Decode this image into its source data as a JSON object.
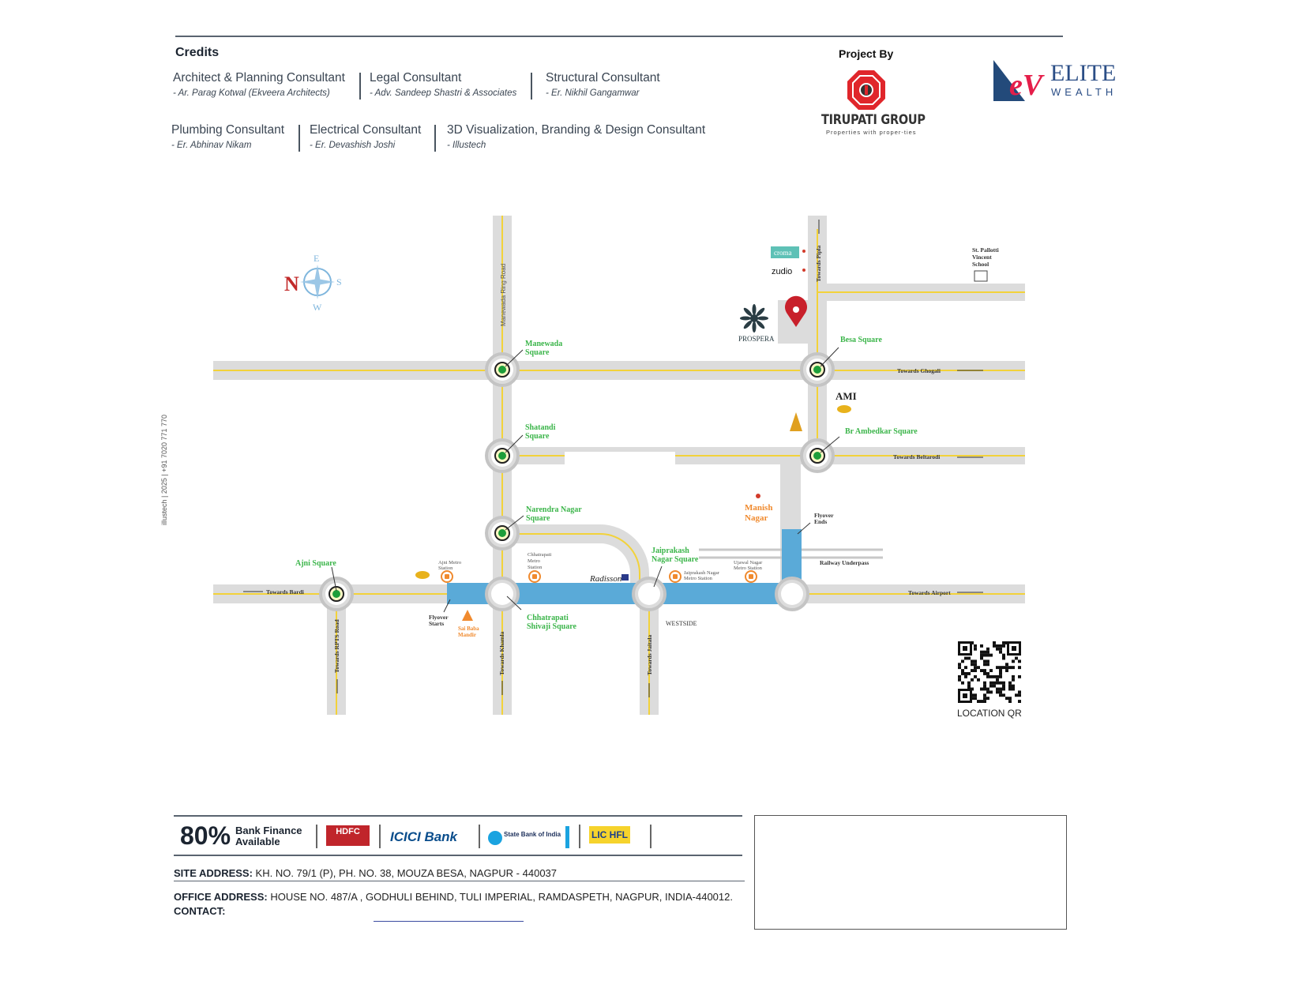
{
  "credits": {
    "title": "Credits",
    "items": [
      {
        "role": "Architect & Planning Consultant",
        "name": "- Ar. Parag Kotwal (Ekveera Architects)"
      },
      {
        "role": "Legal Consultant",
        "name": "- Adv. Sandeep Shastri & Associates"
      },
      {
        "role": "Structural Consultant",
        "name": "- Er. Nikhil Gangamwar"
      },
      {
        "role": "Plumbing Consultant",
        "name": "- Er. Abhinav Nikam"
      },
      {
        "role": "Electrical Consultant",
        "name": "- Er. Devashish Joshi"
      },
      {
        "role": "3D Visualization, Branding & Design Consultant",
        "name": "- Illustech"
      }
    ]
  },
  "project_by": {
    "label": "Project By",
    "developer": "TIRUPATI GROUP",
    "tagline": "Properties with proper-ties",
    "partner": "ELITE",
    "partner_sub": "WEALTH",
    "partner_mark": "eV"
  },
  "watermark": "illustech | 2025 | +91 7020 771 770",
  "compass": {
    "n": "N",
    "e": "E",
    "s": "S",
    "w": "W"
  },
  "map": {
    "squares": {
      "manewada": [
        "Manewada",
        "Square"
      ],
      "shatandi": [
        "Shatandi",
        "Square"
      ],
      "narendra": [
        "Narendra Nagar",
        "Square"
      ],
      "ajni": "Ajni Square",
      "chhatrapati": [
        "Chhatrapati",
        "Shivaji Square"
      ],
      "jaiprakash": [
        "Jaiprakash",
        "Nagar Square"
      ],
      "besa": "Besa Square",
      "ambedkar": "Br Ambedkar Square"
    },
    "roads": {
      "manewada_ring": "Manewada Ring Road",
      "pipla": "Towards Pipla",
      "ghogali": "Towards Ghogali",
      "beltarodi": "Towards Beltarodi",
      "bardi": "Towards Bardi",
      "airport": "Towards Airport",
      "rpts": "Towards RPTS Road",
      "khamla": "Towards Khamla",
      "jaitala": "Towards Jaitala"
    },
    "metro": {
      "ajni": [
        "Ajni Metro",
        "Station"
      ],
      "chhatrapati": [
        "Chhatrapati",
        "Metro",
        "Station"
      ],
      "jaiprakash": [
        "Jaiprakash Nagar",
        "Metro Station"
      ],
      "ujjwal": [
        "Ujawal Nagar",
        "Metro Station"
      ]
    },
    "flyover_starts": [
      "Flyover",
      "Starts"
    ],
    "flyover_ends": [
      "Flyover",
      "Ends"
    ],
    "railway": "Railway Underpass",
    "manish": [
      "Manish",
      "Nagar"
    ],
    "sai_baba": [
      "Sai Baba",
      "Mandir"
    ],
    "school": [
      "St. Pallotti",
      "Vincent",
      "School"
    ],
    "brands": {
      "zudio": "zudio",
      "croma": "croma",
      "prospera": "PROSPERA",
      "radisson": "Radisson",
      "westside": "WESTSIDE",
      "ami": "AMI"
    }
  },
  "qr": {
    "label": "LOCATION QR"
  },
  "finance": {
    "percent": "80%",
    "text": [
      "Bank Finance",
      "Available"
    ],
    "banks": [
      "HDFC",
      "ICICI Bank",
      "State Bank of India",
      "LIC HFL"
    ]
  },
  "address": {
    "site_label": "SITE ADDRESS:",
    "site": "KH. NO. 79/1 (P), PH. NO. 38, MOUZA BESA, NAGPUR - 440037",
    "office_label": "OFFICE ADDRESS:",
    "office": "HOUSE NO. 487/A , GODHULI BEHIND, TULI IMPERIAL, RAMDASPETH, NAGPUR, INDIA-440012.",
    "contact_label": "CONTACT:"
  },
  "colors": {
    "road": "#dcdcdc",
    "road_line": "#f2d23a",
    "flyover": "#5aaad8",
    "square_label": "#3bb54a",
    "pin": "#c8202b"
  }
}
